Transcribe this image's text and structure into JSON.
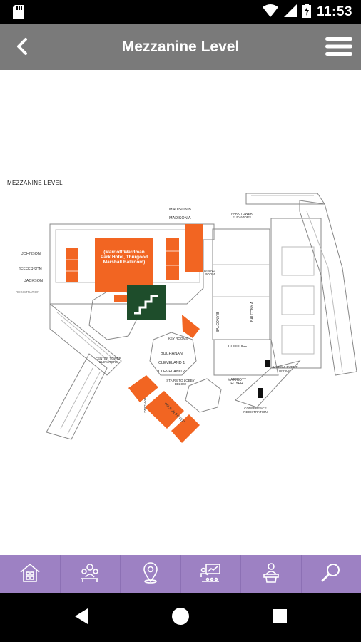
{
  "status_bar": {
    "time": "11:53"
  },
  "header": {
    "title": "Mezzanine Level",
    "back_icon": "back-chevron-icon",
    "menu_icon": "hamburger-menu-icon"
  },
  "map": {
    "heading": "MEZZANINE LEVEL",
    "ballroom": "(Marriott Wardman Park Hotel, Thurgood Marshall Ballroom)",
    "labels": {
      "madison_b": "MADISON B",
      "madison_a": "MADISON A",
      "johnson": "JOHNSON",
      "jefferson": "JEFFERSON",
      "jackson": "JACKSON",
      "registration": "REGISTRATION",
      "park_tower": "PARK TOWER ELEVATORS",
      "dining": "DINING ROOM",
      "balcony_a": "BALCONY A",
      "balcony_b": "BALCONY B",
      "coolidge": "COOLIDGE",
      "cleveland_1": "CLEVELAND 1",
      "cleveland_2": "CLEVELAND 2",
      "buchanan": "BUCHANAN",
      "center_tower": "CENTER TOWER ELEVATORS",
      "stairs_below": "STAIRS TO LOBBY BELOW",
      "wilson_foyer": "WILSON FOYER",
      "harding": "HARDING",
      "marriott_foyer": "MARRIOTT FOYER",
      "sales": "SALES & EVENT OFFICE",
      "business": "CONFERENCE REGISTRATION",
      "key_rooms": "KEY ROOMS"
    },
    "colors": {
      "highlight": "#f26522",
      "stairs": "#1e4d2b",
      "lines": "#888888"
    }
  },
  "bottom_nav": [
    {
      "icon": "home-icon"
    },
    {
      "icon": "attendees-icon"
    },
    {
      "icon": "map-pin-icon"
    },
    {
      "icon": "presentation-icon"
    },
    {
      "icon": "speaker-icon"
    },
    {
      "icon": "search-icon"
    }
  ],
  "system_nav": {
    "back": "back-triangle-icon",
    "home": "home-circle-icon",
    "recents": "recents-square-icon"
  }
}
